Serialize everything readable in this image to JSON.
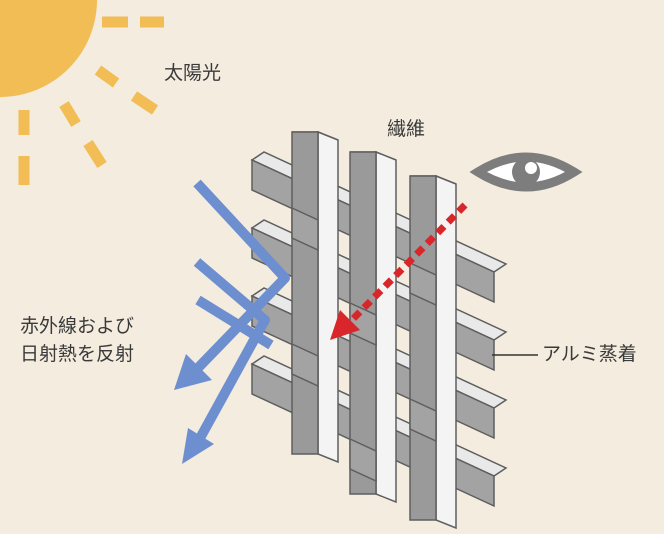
{
  "labels": {
    "sunlight": "太陽光",
    "fiber": "繊維",
    "reflect_line1": "赤外線および",
    "reflect_line2": "日射熱を反射",
    "aluminum": "アルミ蒸着"
  },
  "icons": {
    "sun": "sun-icon",
    "eye": "eye-icon",
    "reflect_arrows": "reflection-arrow-icon",
    "view_arrow": "view-arrow-icon"
  },
  "colors": {
    "background": "#f3ecdf",
    "sun": "#f1bd54",
    "arrow_blue": "#6e8fcf",
    "view_arrow_red": "#d8262a",
    "eye_gray": "#7d7d7d",
    "fiber_front": "#9e9e9e",
    "fiber_side": "#e9e9e9",
    "fiber_edge": "#5e5e5e"
  }
}
